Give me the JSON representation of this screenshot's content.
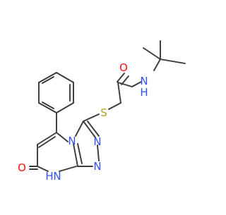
{
  "molecule": {
    "atom_labels": {
      "o_amide": "O",
      "nh_amide": "N",
      "nh_amide_h": "H",
      "s_thioether": "S",
      "n_bridge": "N",
      "n_triazole_a": "N",
      "n_triazole_b": "N",
      "o_keto": "O",
      "nh_ring": "H",
      "nh_ring_n": "N"
    },
    "colors": {
      "bond": "#3a3a3a",
      "oxygen": "#ff0d0d",
      "nitrogen": "#3050f8",
      "sulfur": "#b5a21f"
    }
  }
}
